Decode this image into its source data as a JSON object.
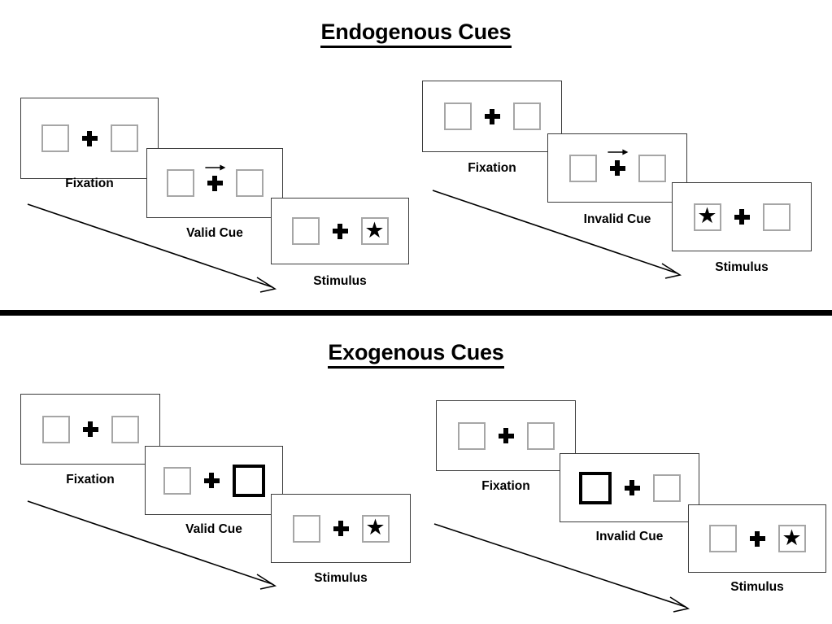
{
  "figure": {
    "title_top": "Endogenous Cues",
    "title_bottom": "Exogenous Cues"
  },
  "sections": [
    {
      "id": "endogenous",
      "title": "Endogenous Cues",
      "columns": [
        {
          "id": "endogenous-valid",
          "cue_validity": "valid",
          "panels": [
            {
              "caption": "Fixation",
              "left_content": "empty",
              "right_content": "empty",
              "cue": "none",
              "cue_side": "none"
            },
            {
              "caption": "Valid Cue",
              "left_content": "empty",
              "right_content": "empty",
              "cue": "arrow",
              "cue_side": "right"
            },
            {
              "caption": "Stimulus",
              "left_content": "empty",
              "right_content": "star",
              "cue": "none",
              "cue_side": "none"
            }
          ]
        },
        {
          "id": "endogenous-invalid",
          "cue_validity": "invalid",
          "panels": [
            {
              "caption": "Fixation",
              "left_content": "empty",
              "right_content": "empty",
              "cue": "none",
              "cue_side": "none"
            },
            {
              "caption": "Invalid Cue",
              "left_content": "empty",
              "right_content": "empty",
              "cue": "arrow",
              "cue_side": "right"
            },
            {
              "caption": "Stimulus",
              "left_content": "star",
              "right_content": "empty",
              "cue": "none",
              "cue_side": "none"
            }
          ]
        }
      ]
    },
    {
      "id": "exogenous",
      "title": "Exogenous Cues",
      "columns": [
        {
          "id": "exogenous-valid",
          "cue_validity": "valid",
          "panels": [
            {
              "caption": "Fixation",
              "left_content": "empty",
              "right_content": "empty",
              "cue": "none",
              "cue_side": "none"
            },
            {
              "caption": "Valid Cue",
              "left_content": "empty",
              "right_content": "empty",
              "cue": "box-flash",
              "cue_side": "right"
            },
            {
              "caption": "Stimulus",
              "left_content": "empty",
              "right_content": "star",
              "cue": "none",
              "cue_side": "none"
            }
          ]
        },
        {
          "id": "exogenous-invalid",
          "cue_validity": "invalid",
          "panels": [
            {
              "caption": "Fixation",
              "left_content": "empty",
              "right_content": "empty",
              "cue": "none",
              "cue_side": "none"
            },
            {
              "caption": "Invalid Cue",
              "left_content": "empty",
              "right_content": "empty",
              "cue": "box-flash",
              "cue_side": "left"
            },
            {
              "caption": "Stimulus",
              "left_content": "empty",
              "right_content": "star",
              "cue": "none",
              "cue_side": "none"
            }
          ]
        }
      ]
    }
  ],
  "glyphs": {
    "star": "★",
    "fixation_cross": "plus",
    "cue_arrow": "right-arrow",
    "time_arrow": "diagonal-arrow"
  },
  "colors": {
    "ink": "#000000",
    "frame_border": "#3c3c3c",
    "box_border": "#a6a6a6",
    "cued_box_border": "#000000",
    "background": "#ffffff",
    "divider": "#000000"
  }
}
